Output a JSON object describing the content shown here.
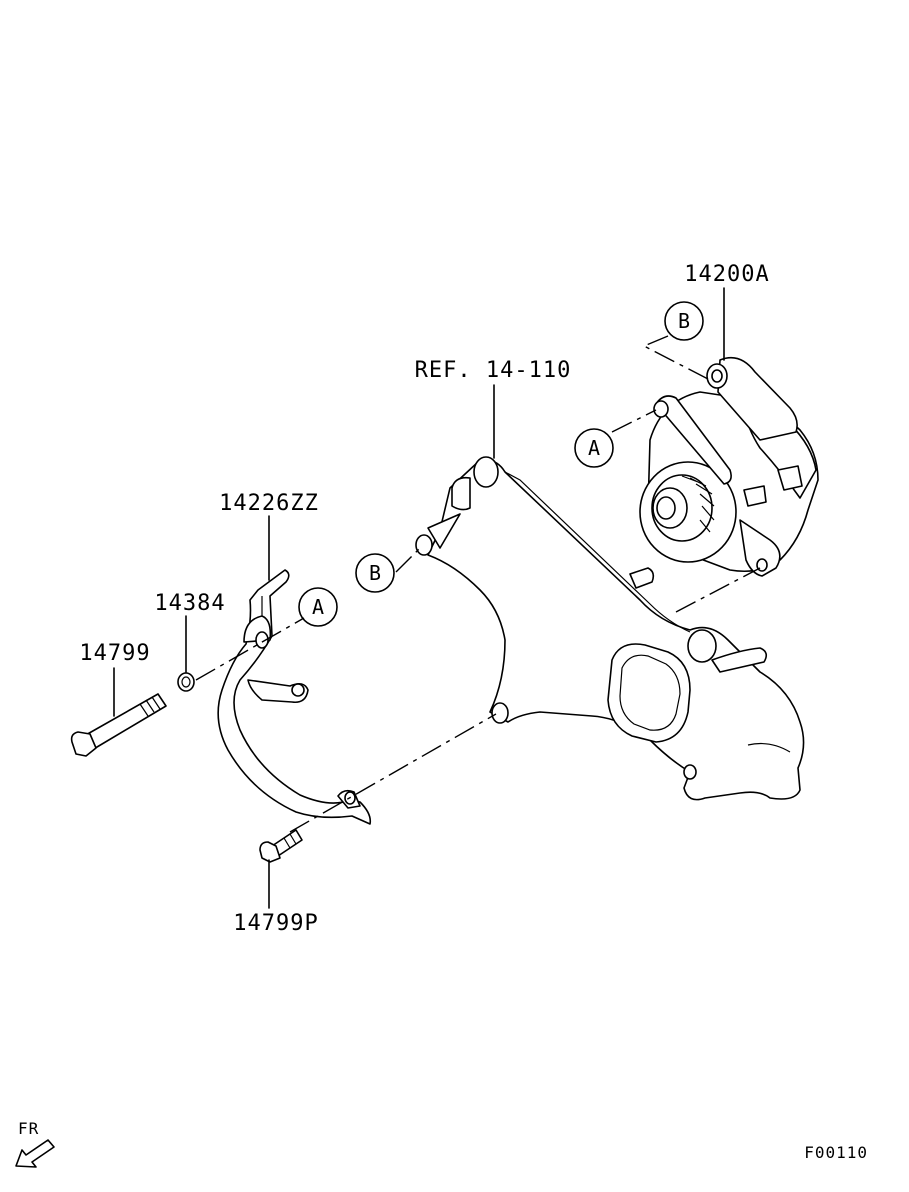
{
  "labels": {
    "alternator": "14200A",
    "ref": "REF. 14-110",
    "bracket": "14226ZZ",
    "washer": "14384",
    "bolt_long": "14799",
    "bolt_short": "14799P"
  },
  "callouts": {
    "a": "A",
    "b": "B"
  },
  "orientation": {
    "text": "FR",
    "icon": "front-arrow-icon"
  },
  "figure_code": "F00110"
}
